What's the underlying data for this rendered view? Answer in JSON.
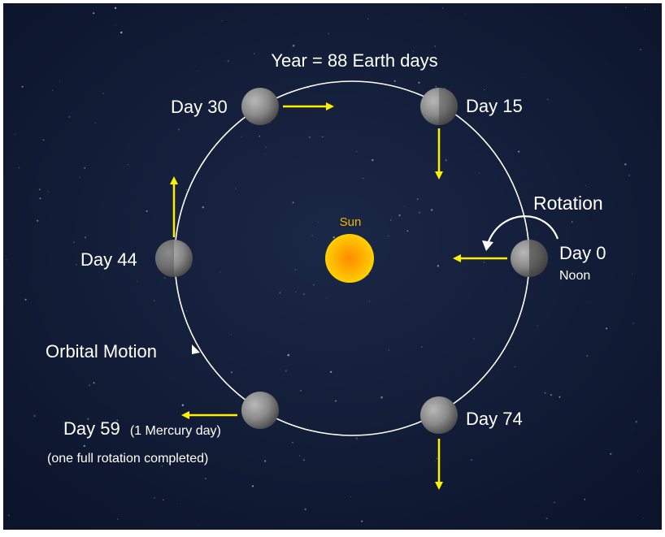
{
  "title": "Year = 88 Earth days",
  "sun_label": "Sun",
  "rotation_label": "Rotation",
  "orbital_motion_label": "Orbital Motion",
  "positions": {
    "day0": {
      "label": "Day 0",
      "sublabel": "Noon"
    },
    "day15": {
      "label": "Day 15"
    },
    "day30": {
      "label": "Day 30"
    },
    "day44": {
      "label": "Day 44"
    },
    "day59": {
      "label": "Day 59",
      "label_suffix": "(1 Mercury day)",
      "sublabel": "(one full rotation completed)"
    },
    "day74": {
      "label": "Day 74"
    }
  },
  "colors": {
    "background": "#0f1933",
    "orbit": "#ffffff",
    "arrow": "#ffef00",
    "text": "#ffffff",
    "sun_label": "#f6b400",
    "sun": "#ffb000"
  }
}
